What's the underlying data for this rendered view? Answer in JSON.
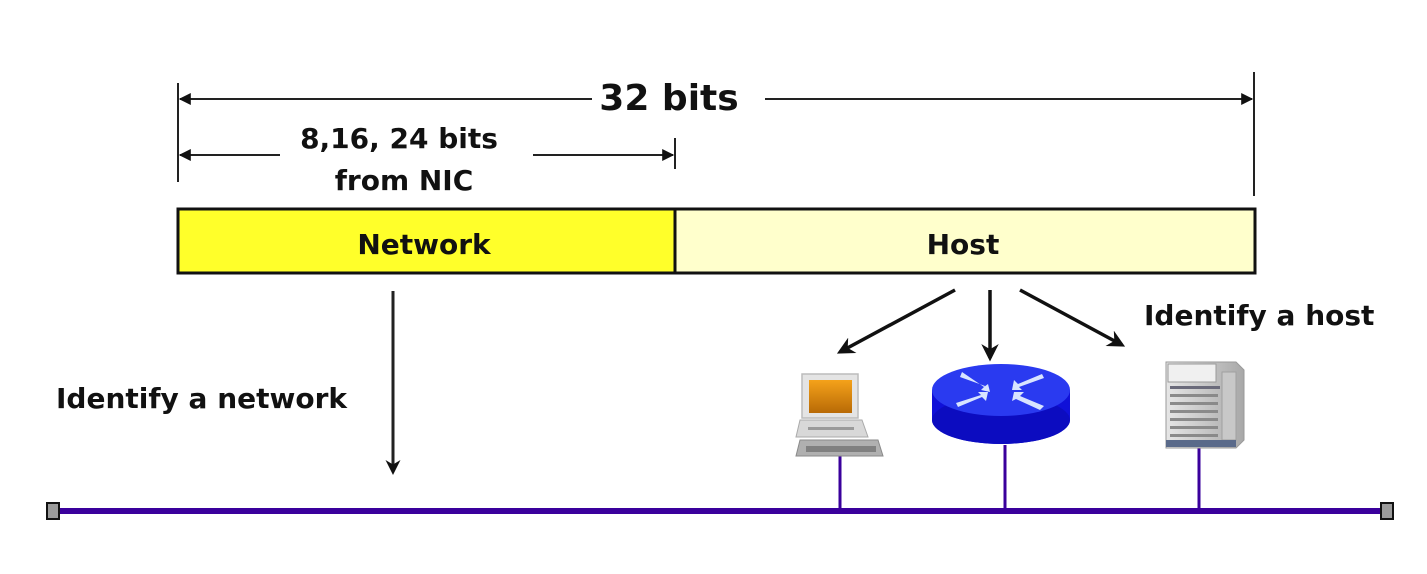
{
  "diagram": {
    "total_width_label": "32 bits",
    "network_width_label_line1": "8,16, 24 bits",
    "network_width_label_line2": "from NIC",
    "fields": {
      "network": {
        "label": "Network",
        "color": "#ffff2a"
      },
      "host": {
        "label": "Host",
        "color": "#ffffcc"
      }
    },
    "identify_network_label": "Identify a network",
    "identify_host_label": "Identify a host",
    "devices": [
      {
        "type": "laptop",
        "name": "Laptop"
      },
      {
        "type": "router",
        "name": "Router"
      },
      {
        "type": "server",
        "name": "Server"
      }
    ],
    "colors": {
      "bus_line": "#3a009c",
      "router_blue": "#1e1ef0",
      "laptop_screen": "#e8900c",
      "line": "#111111"
    }
  }
}
